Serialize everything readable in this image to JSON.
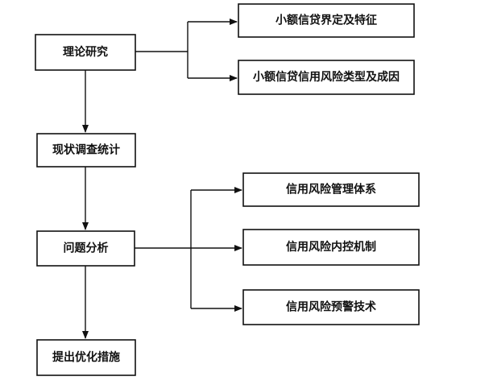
{
  "steps": {
    "theory": "理论研究",
    "survey": "现状调查统计",
    "analysis": "问题分析",
    "measures": "提出优化措施"
  },
  "theory_branches": {
    "definition": "小额信贷界定及特征",
    "risk_types": "小额信贷信用风险类型及成因"
  },
  "analysis_branches": {
    "management_system": "信用风险管理体系",
    "internal_control": "信用风险内控机制",
    "early_warning": "信用风险预警技术"
  },
  "colors": {
    "line": "#111111",
    "box_fill": "#ffffff",
    "text": "#111111"
  },
  "edges": [
    {
      "from": "theory",
      "to": "survey"
    },
    {
      "from": "survey",
      "to": "analysis"
    },
    {
      "from": "analysis",
      "to": "measures"
    },
    {
      "from": "theory",
      "to": "definition"
    },
    {
      "from": "theory",
      "to": "risk_types"
    },
    {
      "from": "analysis",
      "to": "management_system"
    },
    {
      "from": "analysis",
      "to": "internal_control"
    },
    {
      "from": "analysis",
      "to": "early_warning"
    }
  ]
}
